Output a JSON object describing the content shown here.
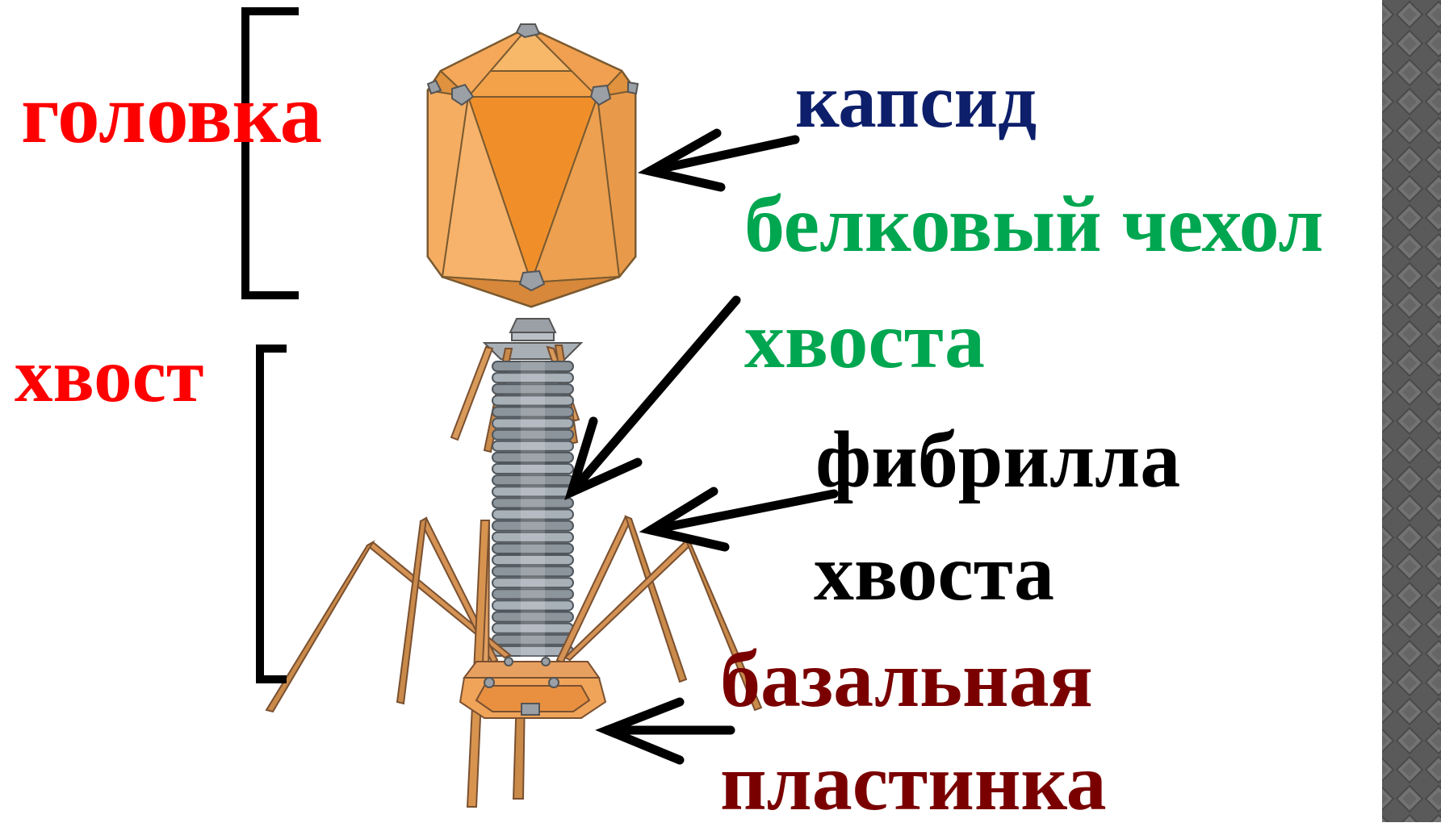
{
  "labels": {
    "head": "головка",
    "tail": "хвост",
    "capsid": "капсид",
    "sheath_line1": "белковый чехол",
    "sheath_line2": "хвоста",
    "fiber_line1": "фибрилла",
    "fiber_line2": "хвоста",
    "baseplate_line1": "базальная",
    "baseplate_line2": "пластинка"
  },
  "colors": {
    "head": "#ff0000",
    "tail": "#ff0000",
    "capsid": "#0d1f6b",
    "sheath": "#00a650",
    "fiber": "#000000",
    "baseplate": "#7a0000",
    "capsid_fill": "#f4a24a",
    "capsid_dark": "#d07a28",
    "tail_rings": "#8c949c",
    "fiber_color": "#c98a4a",
    "side_pattern": "#5a5a5a"
  }
}
